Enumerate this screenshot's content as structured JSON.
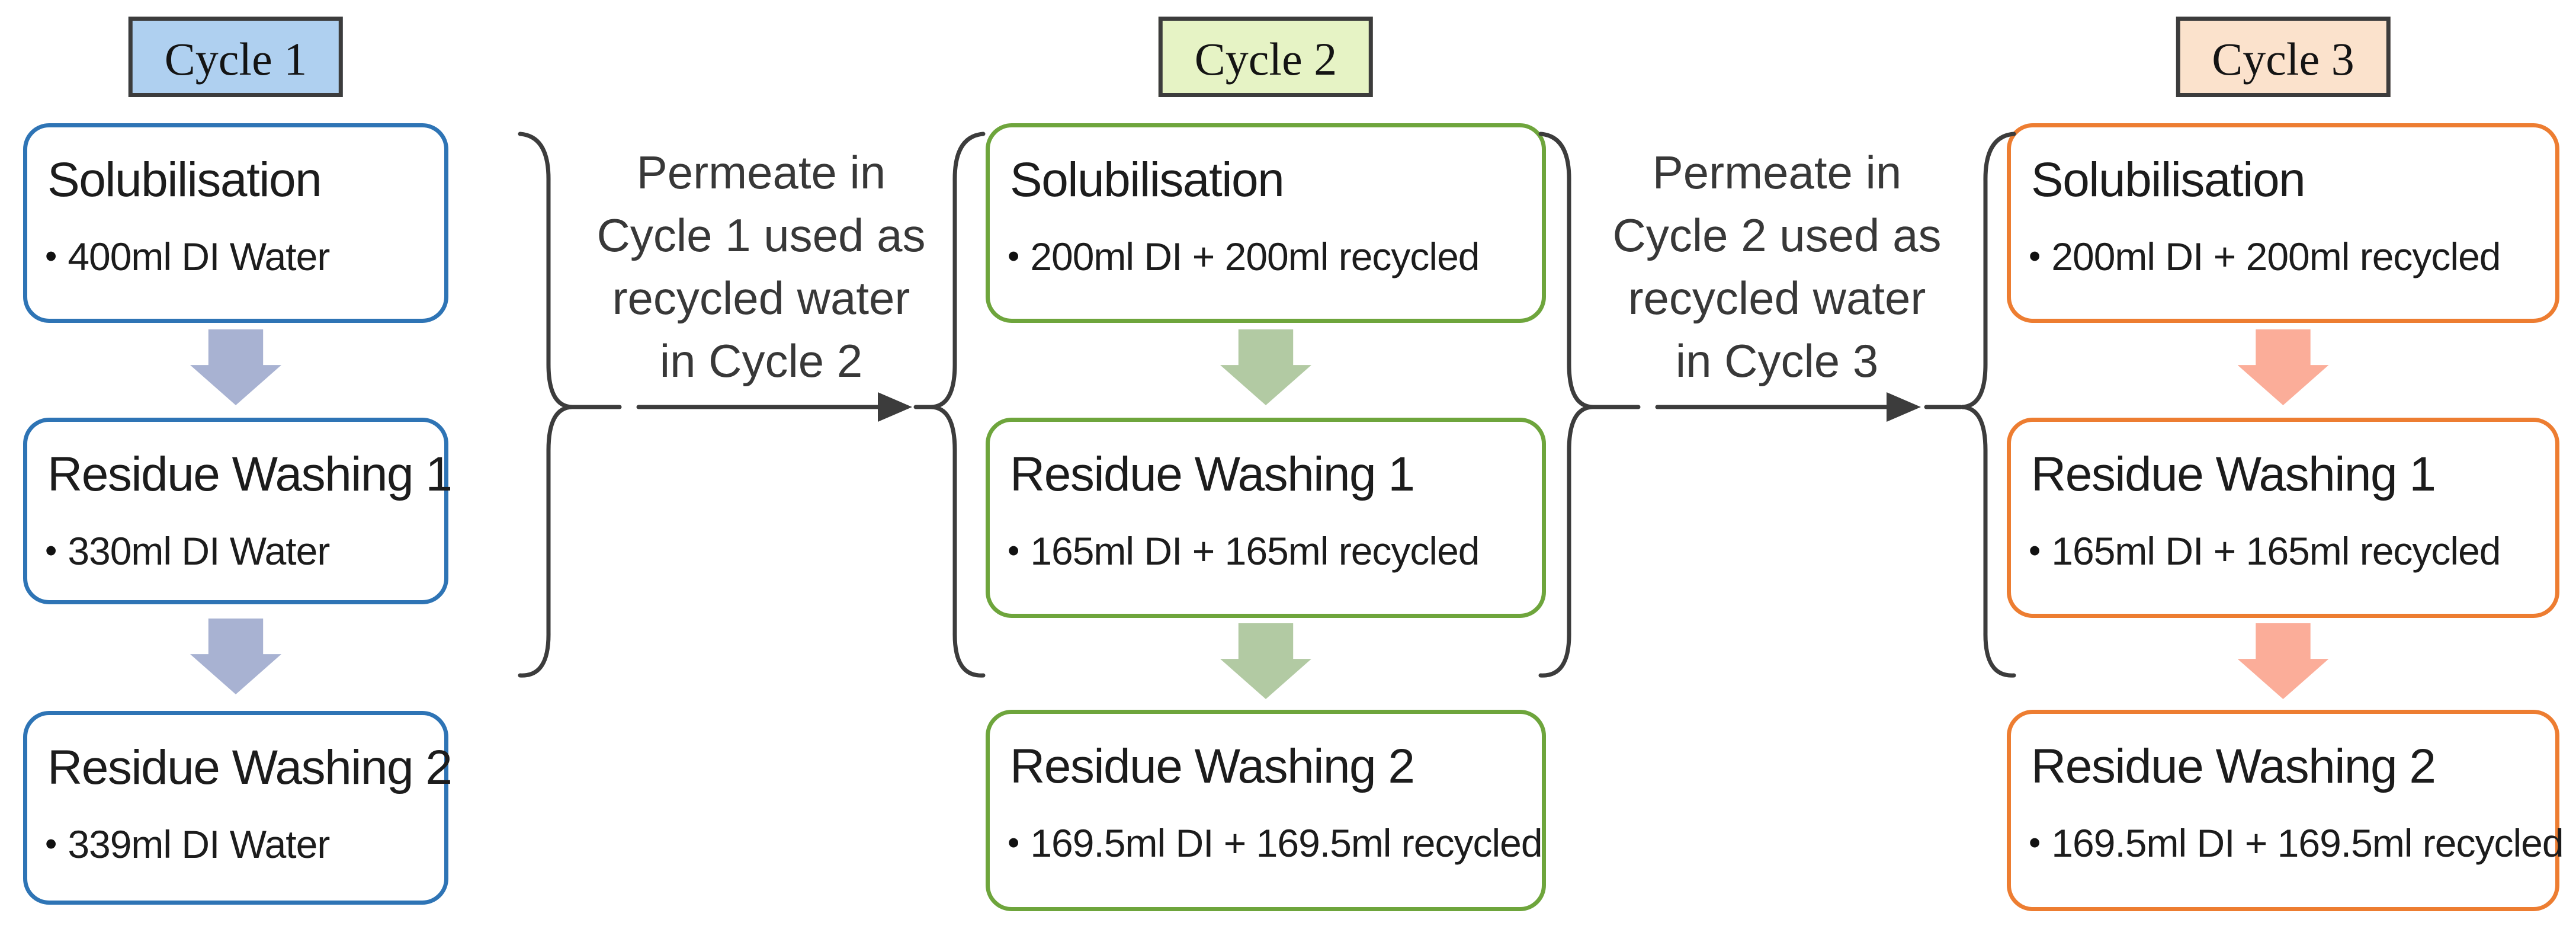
{
  "diagram": {
    "type": "process-flow",
    "line_color": "#3C3C3C",
    "text_color": "#1C1C1C",
    "connector_text_color": "#383838",
    "bullet_char": "•"
  },
  "cycles": [
    {
      "label": "Cycle 1",
      "theme": {
        "header_fill": "#AFD0F0",
        "header_border": "#3C3C3C",
        "box_border": "#2E74B5",
        "arrow_fill": "#A8B2D2"
      },
      "steps": [
        {
          "title": "Solubilisation",
          "bullet": "400ml DI Water"
        },
        {
          "title": "Residue Washing 1",
          "bullet": "330ml DI Water"
        },
        {
          "title": "Residue Washing 2",
          "bullet": "339ml DI Water"
        }
      ]
    },
    {
      "label": "Cycle 2",
      "theme": {
        "header_fill": "#E6F3C5",
        "header_border": "#3C3C3C",
        "box_border": "#6EA53C",
        "arrow_fill": "#B2CAA3"
      },
      "steps": [
        {
          "title": "Solubilisation",
          "bullet": "200ml DI + 200ml recycled"
        },
        {
          "title": "Residue Washing 1",
          "bullet": "165ml DI + 165ml recycled"
        },
        {
          "title": "Residue Washing 2",
          "bullet": "169.5ml DI + 169.5ml recycled"
        }
      ]
    },
    {
      "label": "Cycle 3",
      "theme": {
        "header_fill": "#FBE2CC",
        "header_border": "#3C3C3C",
        "box_border": "#ED7D31",
        "arrow_fill": "#FBAD99"
      },
      "steps": [
        {
          "title": "Solubilisation",
          "bullet": "200ml DI + 200ml recycled"
        },
        {
          "title": "Residue Washing 1",
          "bullet": "165ml DI + 165ml recycled"
        },
        {
          "title": "Residue Washing 2",
          "bullet": "169.5ml DI + 169.5ml recycled"
        }
      ]
    }
  ],
  "connectors": [
    {
      "lines": [
        "Permeate in",
        "Cycle 1 used as",
        "recycled water",
        "in Cycle 2"
      ]
    },
    {
      "lines": [
        "Permeate in",
        "Cycle 2 used as",
        "recycled water",
        "in Cycle 3"
      ]
    }
  ]
}
